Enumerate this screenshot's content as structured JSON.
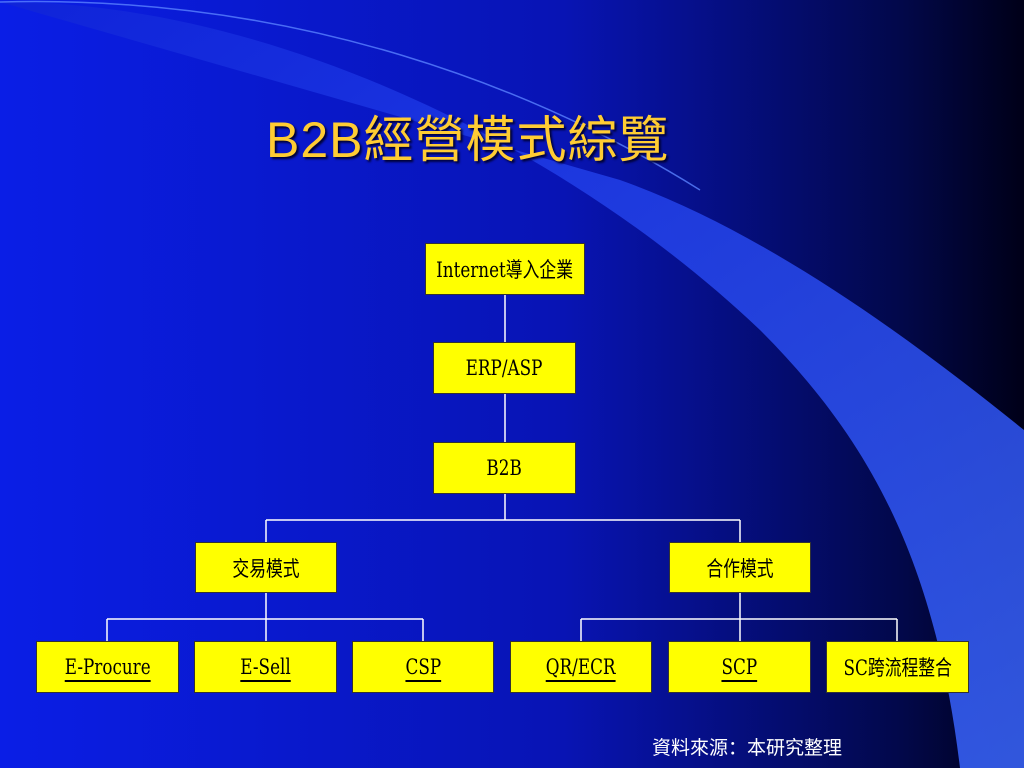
{
  "slide": {
    "title": "B2B經營模式綜覽",
    "source_note": "資料來源：本研究整理"
  },
  "diagram": {
    "root": "Internet導入企業",
    "level2": "ERP/ASP",
    "level3": "B2B",
    "branches": [
      {
        "label": "交易模式",
        "children": [
          "E-Procure",
          "E-Sell",
          "CSP"
        ]
      },
      {
        "label": "合作模式",
        "children": [
          "QR/ECR",
          "SCP",
          "SC跨流程整合"
        ]
      }
    ]
  },
  "colors": {
    "background_dark": "#000022",
    "background_blue": "#0a1ee6",
    "title": "#ffcc33",
    "node_fill": "#ffff00",
    "connector": "#ffffff"
  }
}
